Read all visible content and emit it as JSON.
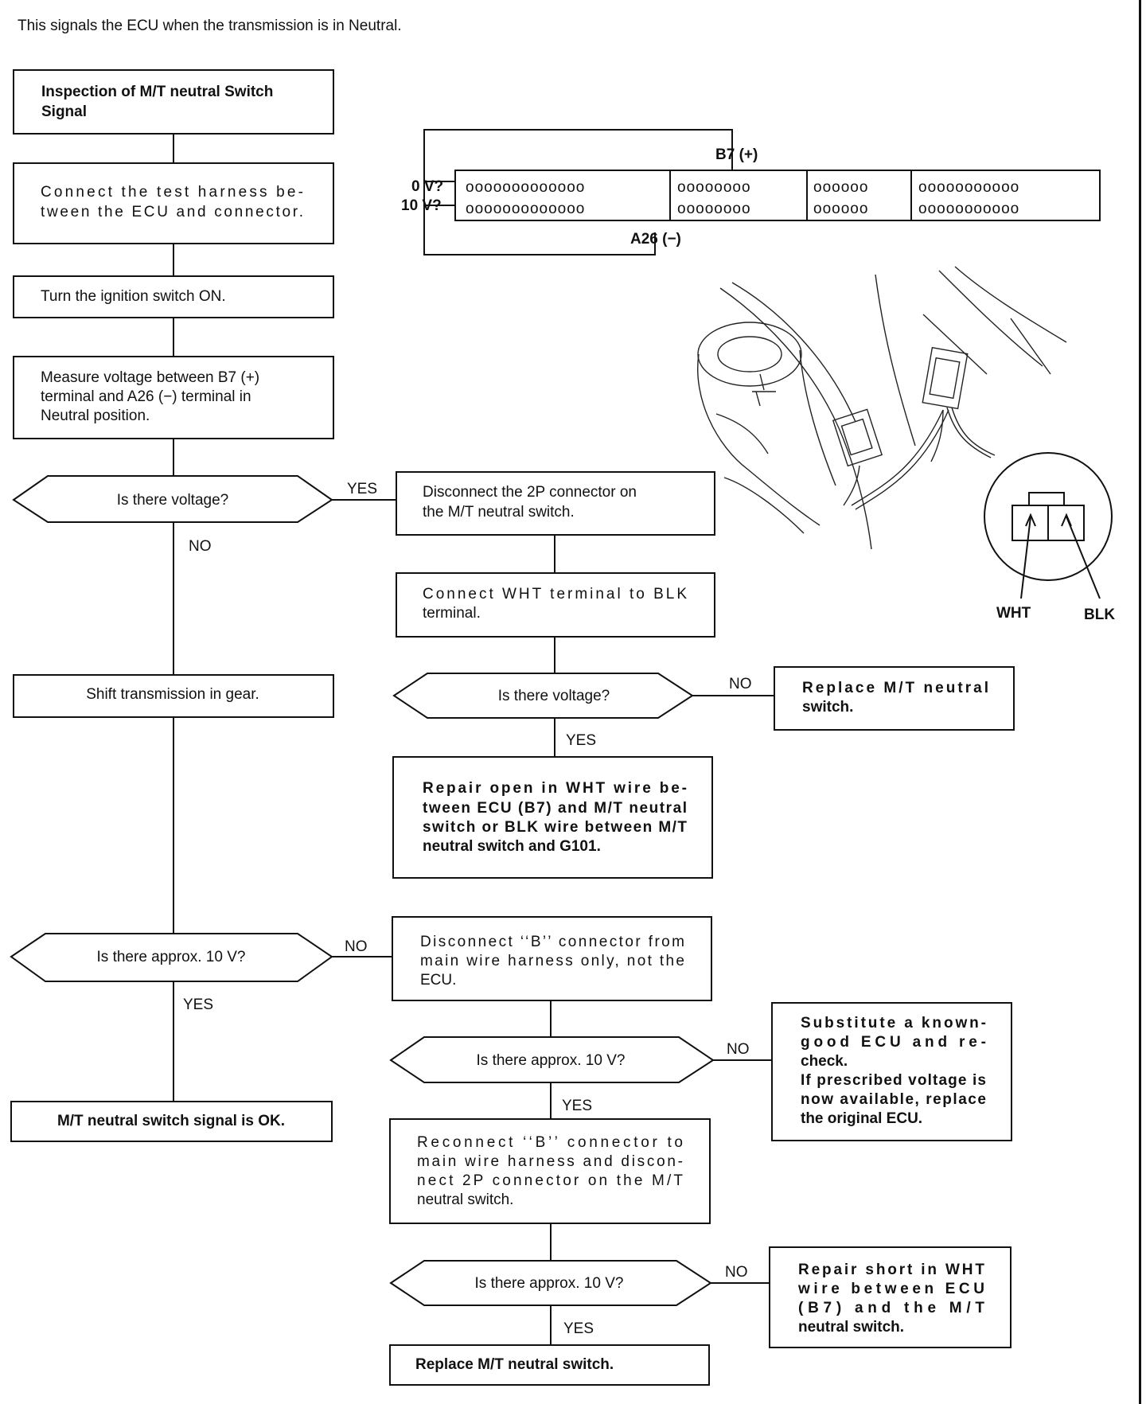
{
  "intro": "This signals the ECU when the transmission is in Neutral.",
  "steps": {
    "title": [
      "Inspection of M/T neutral Switch",
      "Signal"
    ],
    "connect_harness": [
      "Connect the test harness be-",
      "tween the ECU and connector."
    ],
    "ignition_on": [
      "Turn the ignition switch ON."
    ],
    "measure": [
      "Measure voltage between B7 (+)",
      "terminal and A26 (−) terminal in",
      "Neutral position."
    ],
    "q_voltage_1": "Is there voltage?",
    "disconnect_2p": [
      "Disconnect the 2P connector on",
      "the M/T neutral switch."
    ],
    "connect_wht_blk": [
      "Connect WHT terminal to BLK",
      "terminal."
    ],
    "q_voltage_2": "Is there voltage?",
    "replace_switch_1": [
      "Replace M/T neutral",
      "switch."
    ],
    "repair_open": [
      "Repair open in WHT wire be-",
      "tween ECU (B7) and M/T neutral",
      "switch or BLK wire between M/T",
      "neutral switch and G101."
    ],
    "shift_gear": [
      "Shift transmission in gear."
    ],
    "q_10v_1": "Is there approx. 10 V?",
    "disconnect_b": [
      "Disconnect ‘‘B’’ connector from",
      "main wire harness only, not the",
      "ECU."
    ],
    "q_10v_2": "Is there approx. 10 V?",
    "substitute_ecu": [
      "Substitute a known-",
      "good ECU and re-",
      "check.",
      "If prescribed voltage is",
      "now available, replace",
      "the original ECU."
    ],
    "signal_ok": [
      "M/T neutral switch signal is OK."
    ],
    "reconnect_b": [
      "Reconnect ‘‘B’’ connector to",
      "main wire harness and discon-",
      "nect 2P connector on the M/T",
      "neutral switch."
    ],
    "q_10v_3": "Is there approx. 10 V?",
    "repair_short": [
      "Repair short in WHT",
      "wire between ECU",
      "(B7) and the M/T",
      "neutral switch."
    ],
    "replace_switch_2": [
      "Replace M/T neutral switch."
    ]
  },
  "branch_labels": {
    "yes": "YES",
    "no": "NO"
  },
  "connector_figure": {
    "pin_b7": "B7 (+)",
    "pin_a26": "A26 (−)",
    "zero_v": "0 V?",
    "ten_v": "10 V?",
    "row_top": [
      "ooooooooooooo",
      "oooooooo",
      "oooooo",
      "ooooooooooo"
    ],
    "row_bottom": [
      "ooooooooooooo",
      "oooooooo",
      "oooooo",
      "ooooooooooo"
    ]
  },
  "switch_figure": {
    "wht": "WHT",
    "blk": "BLK"
  }
}
